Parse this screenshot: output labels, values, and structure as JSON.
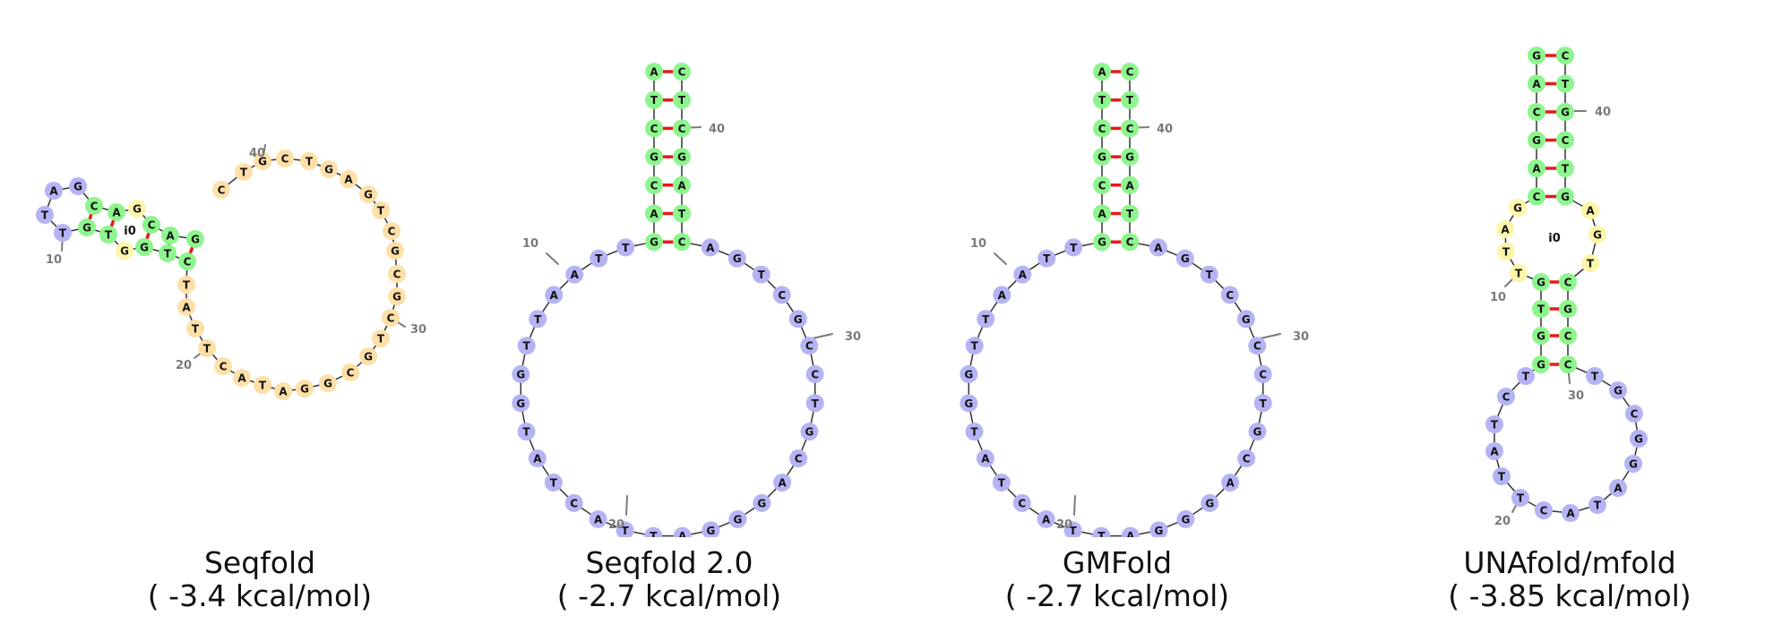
{
  "colors": {
    "paired": "#8ef58e",
    "unpaired_outer": "#b4b4f5",
    "unpaired_inner": "#fde0a8",
    "internal_loop": "#fdf5a8",
    "pair_bond": "#e8191c",
    "backbone": "#333333",
    "index_label": "#7a7a7a"
  },
  "panels": [
    {
      "id": "seqfold",
      "caption_name": "Seqfold",
      "caption_energy": "( -3.4 kcal/mol)",
      "loop_label": "i0",
      "index_labels": [
        "10",
        "20",
        "30",
        "40"
      ]
    },
    {
      "id": "seqfold2",
      "caption_name": "Seqfold 2.0",
      "caption_energy": "( -2.7 kcal/mol)",
      "stem_5": "ATCGCAG",
      "stem_3": "CTCGATC",
      "loop": "AGTCGCCTGCAGGGATTACTATGGTTAATT",
      "index_labels": [
        "10",
        "20",
        "30",
        "40"
      ]
    },
    {
      "id": "gmfold",
      "caption_name": "GMFold",
      "caption_energy": "( -2.7 kcal/mol)",
      "stem_5": "ATCGCAG",
      "stem_3": "CTCGATC",
      "loop": "AGTCGCCTGCAGGGATTACTATGGTTAATT",
      "index_labels": [
        "10",
        "20",
        "30",
        "40"
      ]
    },
    {
      "id": "unafold",
      "caption_name": "UNAfold/mfold",
      "caption_energy": "( -3.85 kcal/mol)",
      "loop_label": "i0",
      "index_labels": [
        "10",
        "20",
        "30",
        "40"
      ]
    }
  ]
}
